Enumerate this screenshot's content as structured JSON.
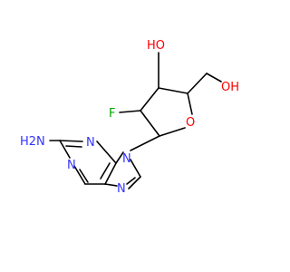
{
  "molecule": {
    "atoms": [
      {
        "id": "h2n",
        "text": "H2N",
        "element": "N"
      },
      {
        "id": "n1",
        "text": "N",
        "element": "N"
      },
      {
        "id": "n3",
        "text": "N",
        "element": "N"
      },
      {
        "id": "n9",
        "text": "N",
        "element": "N"
      },
      {
        "id": "n7",
        "text": "N",
        "element": "N"
      },
      {
        "id": "o-ring",
        "text": "O",
        "element": "O"
      },
      {
        "id": "oh3",
        "text": "HO",
        "element": "O"
      },
      {
        "id": "oh5",
        "text": "OH",
        "element": "O"
      },
      {
        "id": "f",
        "text": "F",
        "element": "F"
      }
    ],
    "colors": {
      "nitrogen": "#3333ff",
      "oxygen": "#ff0000",
      "fluorine": "#00a600",
      "bond": "#000000"
    }
  }
}
